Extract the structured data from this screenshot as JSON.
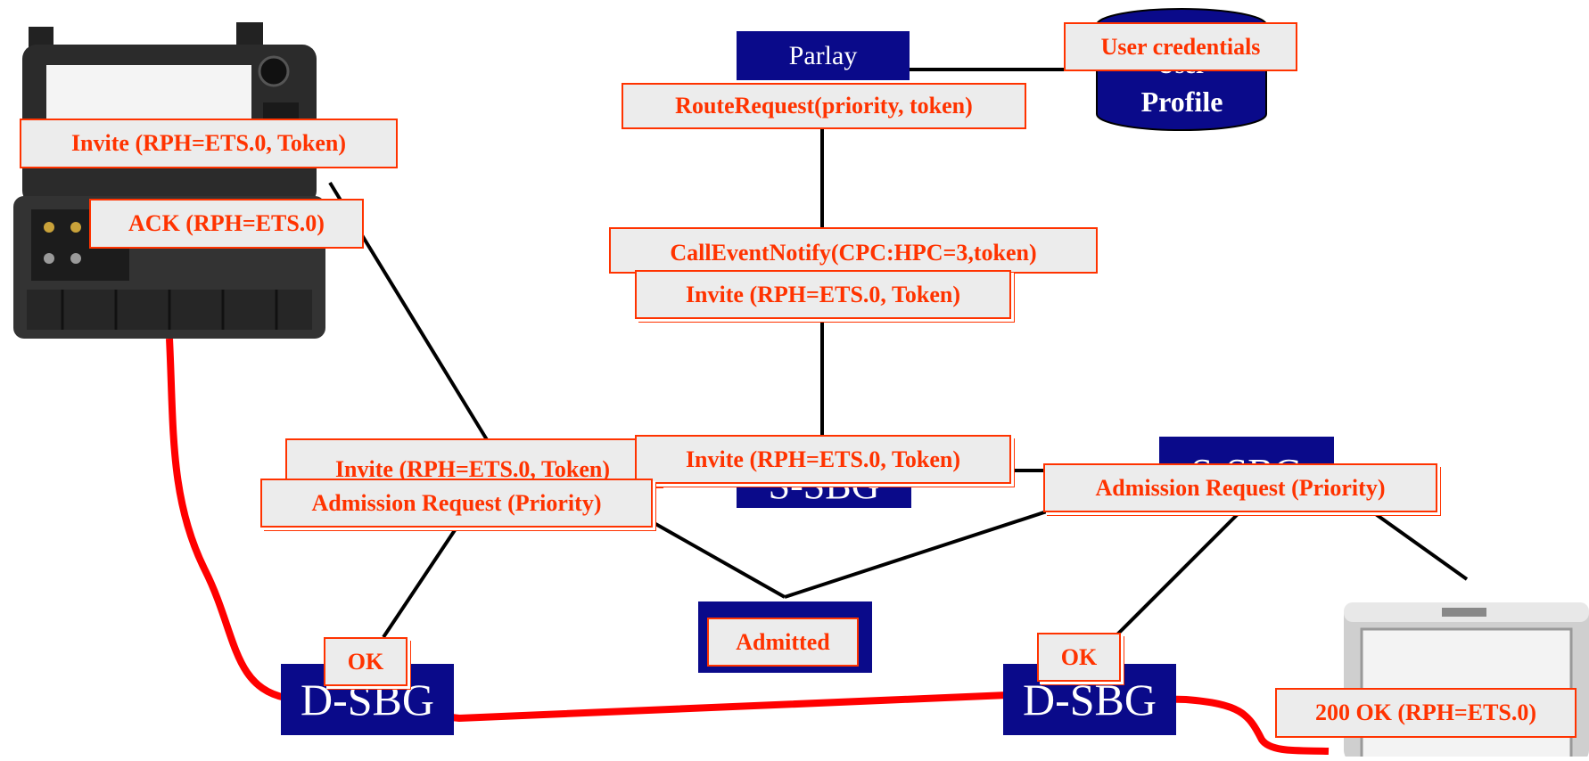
{
  "nodes": {
    "parlay": "Parlay",
    "profile_top": "User",
    "profile": "Profile",
    "dsbg_left": "D-SBG",
    "dsbg_right": "D-SBG",
    "ssbg_center": "S-SBG",
    "ssbg_right": "S-SBG",
    "admission_box": "Admitted"
  },
  "messages": {
    "user_credentials": "User credentials",
    "route_request": "RouteRequest(priority, token)",
    "invite_top_left": "Invite (RPH=ETS.0, Token)",
    "ack": "ACK (RPH=ETS.0)",
    "call_event_notify": "CallEventNotify(CPC:HPC=3,token)",
    "invite_center_top": "Invite (RPH=ETS.0, Token)",
    "invite_left_back": "Invite (RPH=ETS.0, Token)",
    "invite_center_low": "Invite (RPH=ETS.0, Token)",
    "admission_left": "Admission Request (Priority)",
    "admission_right": "Admission Request (Priority)",
    "admitted": "Admitted",
    "ok_left": "OK",
    "ok_right": "OK",
    "ok_200": "200 OK (RPH=ETS.0)"
  },
  "colors": {
    "node_fill": "#0a0a8a",
    "label_text": "#ff3300",
    "label_fill": "#ececec",
    "media_path": "#ff0000",
    "signal_line": "#000000"
  }
}
